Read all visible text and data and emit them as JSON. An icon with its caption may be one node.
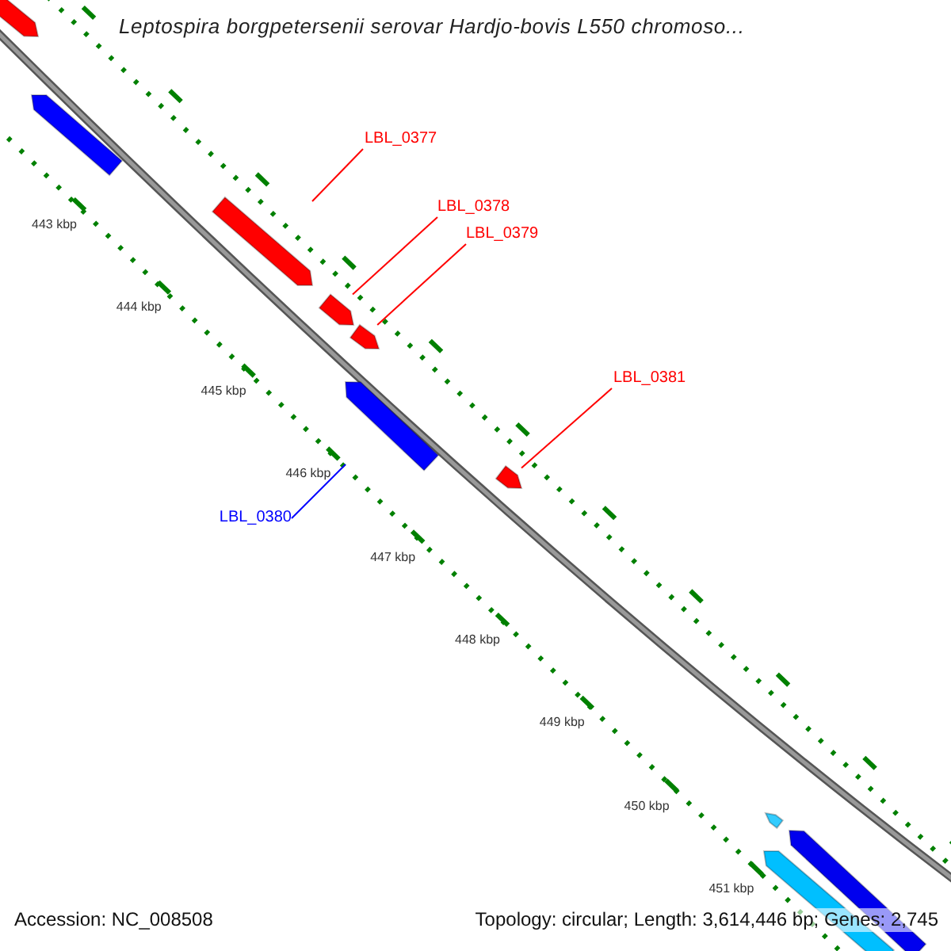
{
  "diagram": {
    "title": "Leptospira borgpetersenii serovar Hardjo-bovis L550 chromoso...",
    "nodes": [
      {
        "text": [
          "LBL_0377"
        ]
      },
      {
        "text": [],
        "shape": "bar"
      },
      {
        "text": [
          "LBL_0378"
        ]
      },
      {
        "text": [],
        "shape": "bar"
      },
      {
        "text": [
          "LBL_0379"
        ]
      },
      {
        "text": [],
        "shape": "bar"
      },
      {
        "text": [
          "LBL_0381"
        ]
      },
      {
        "text": [],
        "shape": "bar"
      },
      {
        "text": [
          "LBL_0380"
        ]
      },
      {
        "text": [],
        "shape": "bar"
      },
      {
        "text": [],
        "shape": "bar"
      },
      {
        "text": [],
        "shape": "bar"
      },
      {
        "text": [],
        "shape": "bar"
      },
      {
        "text": [],
        "shape": "bar"
      },
      {
        "text": [],
        "shape": "bar"
      }
    ],
    "edges": [
      {
        "from": 0,
        "to": 1,
        "arrow": "none"
      },
      {
        "from": 2,
        "to": 3,
        "arrow": "none"
      },
      {
        "from": 4,
        "to": 5,
        "arrow": "none"
      },
      {
        "from": 6,
        "to": 7,
        "arrow": "none"
      },
      {
        "from": 8,
        "to": 9,
        "arrow": "none",
        "color": "#0000ff"
      }
    ],
    "labels": [
      "443 kbp",
      "444 kbp",
      "445 kbp",
      "446 kbp",
      "447 kbp",
      "448 kbp",
      "449 kbp",
      "450 kbp",
      "451 kbp",
      "Accession: NC_008508",
      "Topology: circular; Length: 3,614,446 bp; Genes: 2,745"
    ]
  }
}
